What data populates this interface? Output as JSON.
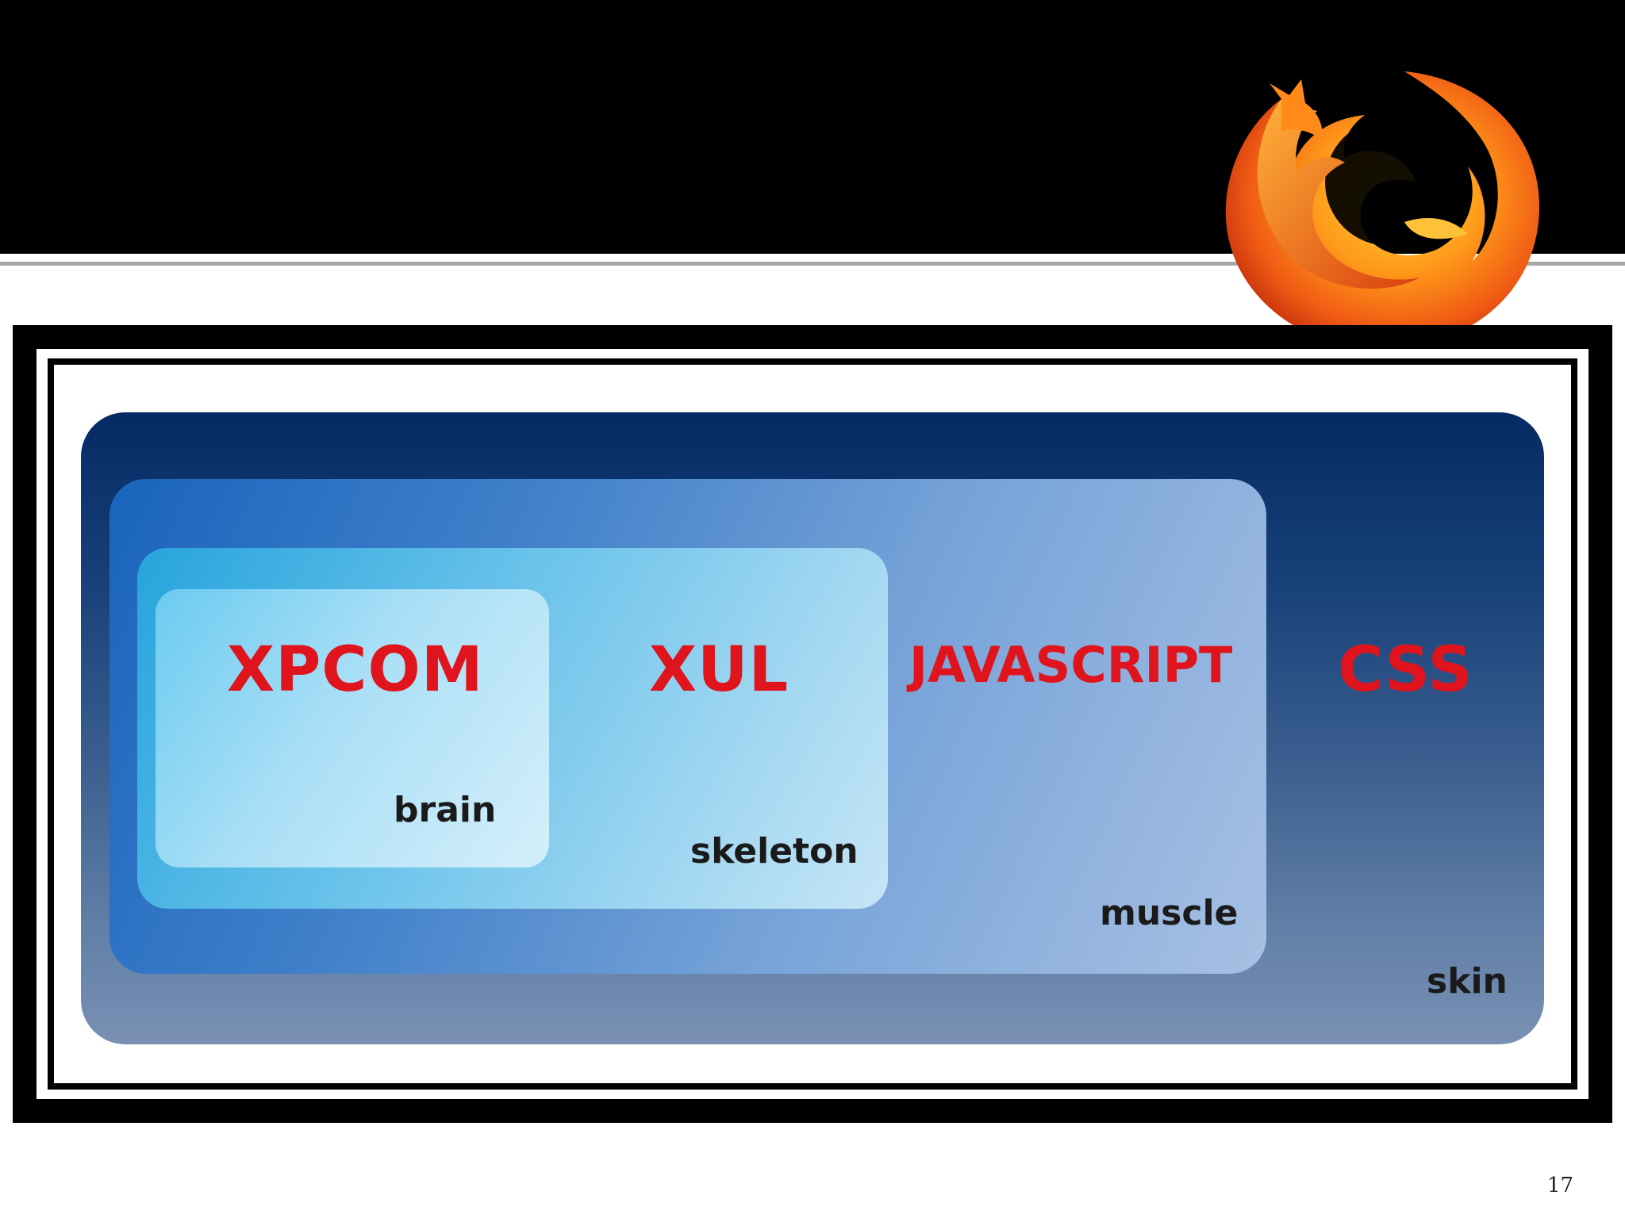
{
  "slide": {
    "page_number": "17"
  },
  "diagram": {
    "layers": [
      {
        "id": "skin",
        "technology": "CSS",
        "role": "skin"
      },
      {
        "id": "muscle",
        "technology": "JAVASCRIPT",
        "role": "muscle"
      },
      {
        "id": "skeleton",
        "technology": "XUL",
        "role": "skeleton"
      },
      {
        "id": "brain",
        "technology": "XPCOM",
        "role": "brain"
      }
    ],
    "label_color": "#e0141c"
  },
  "logo": {
    "icon": "firefox-logo-icon"
  }
}
